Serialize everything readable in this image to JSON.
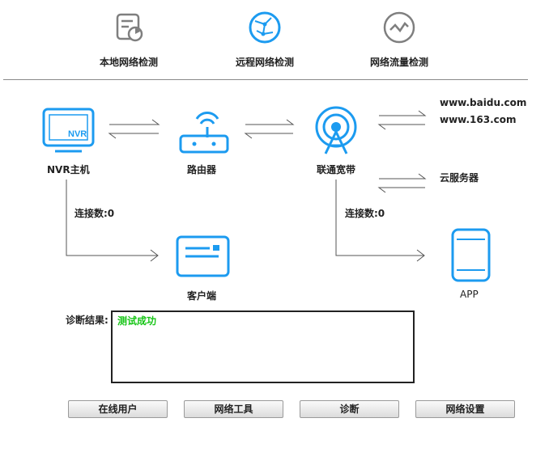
{
  "tabs": [
    {
      "label": "本地网络检测",
      "icon": "local-network-check-icon"
    },
    {
      "label": "远程网络检测",
      "icon": "remote-network-globe-icon"
    },
    {
      "label": "网络流量检测",
      "icon": "traffic-chart-icon"
    }
  ],
  "nodes": {
    "nvr": {
      "label": "NVR主机",
      "icon_text": "NVR"
    },
    "router": {
      "label": "路由器"
    },
    "broadband": {
      "label": "联通宽带"
    },
    "client": {
      "label": "客户端"
    },
    "app": {
      "label": "APP"
    }
  },
  "targets": {
    "site1": "www.baidu.com",
    "site2": "www.163.com",
    "cloud": "云服务器"
  },
  "connections": {
    "nvr_count": "连接数:0",
    "broadband_count": "连接数:0"
  },
  "diagnosis": {
    "label": "诊断结果:",
    "result": "测试成功"
  },
  "buttons": {
    "online_users": "在线用户",
    "network_tools": "网络工具",
    "diagnose": "诊断",
    "network_settings": "网络设置"
  },
  "colors": {
    "accent": "#1c9bf0",
    "icon_gray": "#7f7f7f",
    "success": "#17c517"
  }
}
